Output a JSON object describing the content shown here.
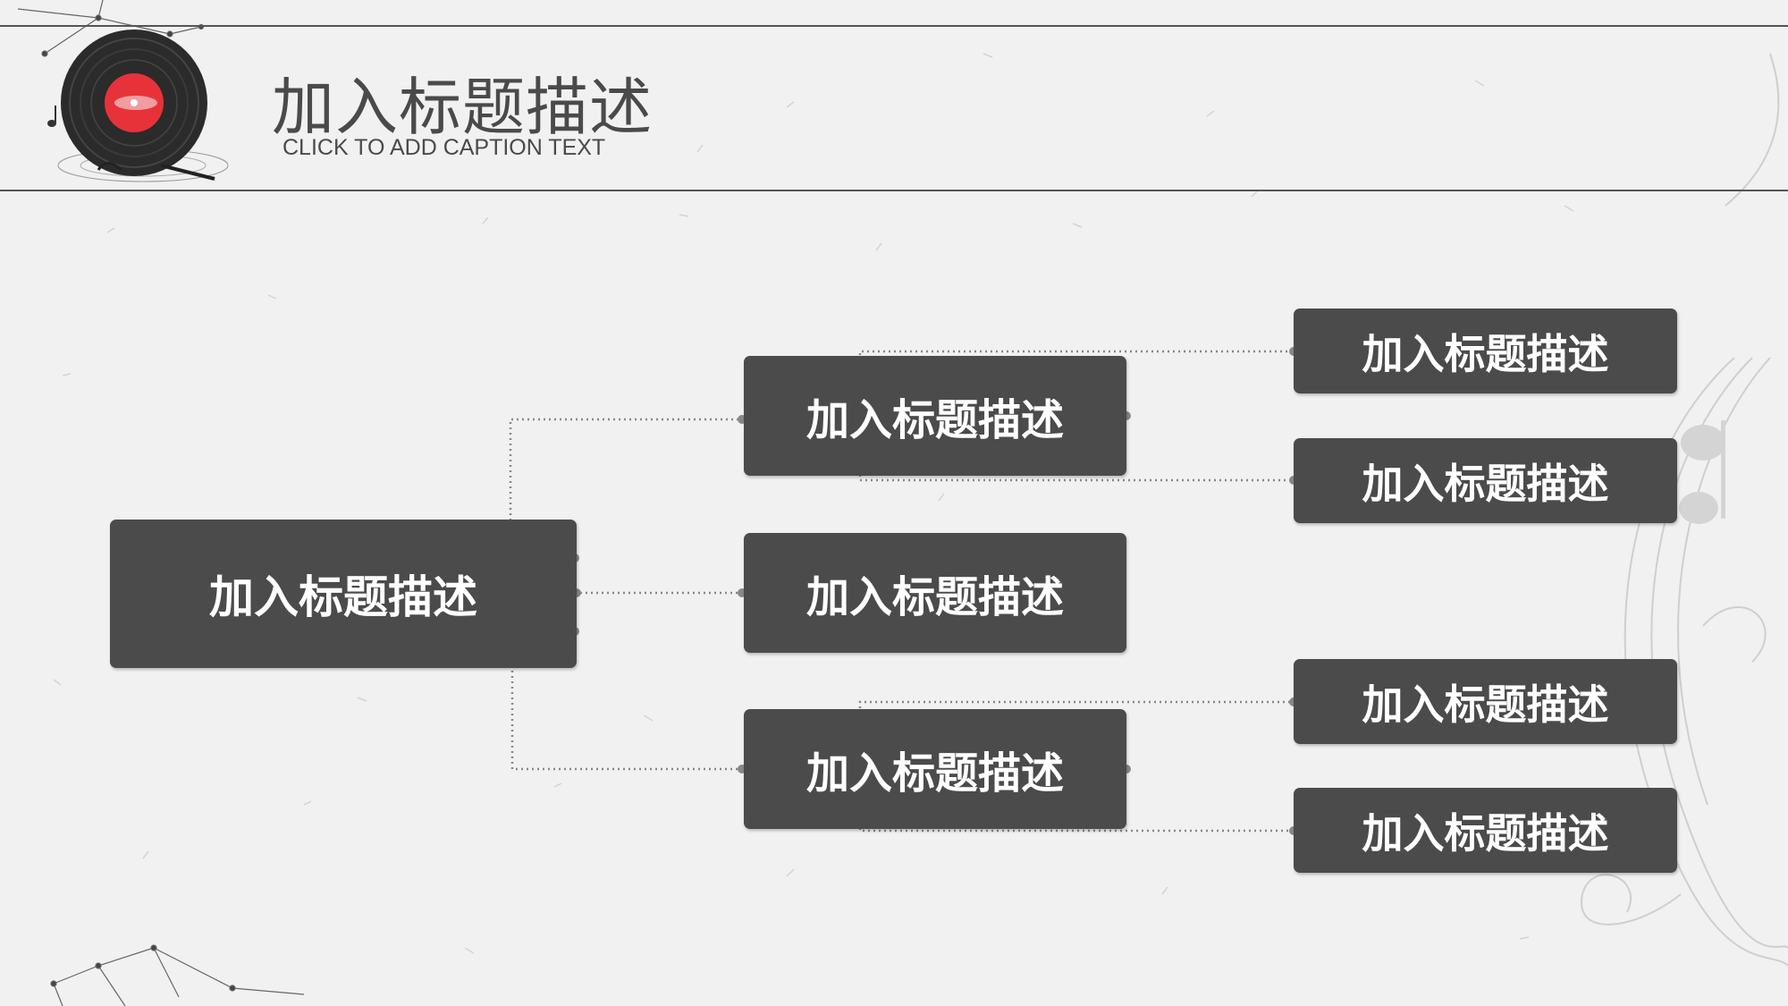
{
  "header": {
    "title": "加入标题描述",
    "subtitle": "CLICK TO ADD CAPTION TEXT"
  },
  "diagram": {
    "root": {
      "label": "加入标题描述"
    },
    "level1": [
      {
        "label": "加入标题描述"
      },
      {
        "label": "加入标题描述"
      },
      {
        "label": "加入标题描述"
      }
    ],
    "level2": [
      {
        "label": "加入标题描述"
      },
      {
        "label": "加入标题描述"
      },
      {
        "label": "加入标题描述"
      },
      {
        "label": "加入标题描述"
      }
    ]
  },
  "colors": {
    "node_fill": "#4b4b4b",
    "node_text": "#ffffff",
    "connector": "#888888",
    "accent_red": "#e8323a",
    "background": "#f1f1f1"
  },
  "icons": [
    "vinyl-record-icon",
    "music-note-icon",
    "constellation-decoration",
    "music-staff-decoration"
  ]
}
